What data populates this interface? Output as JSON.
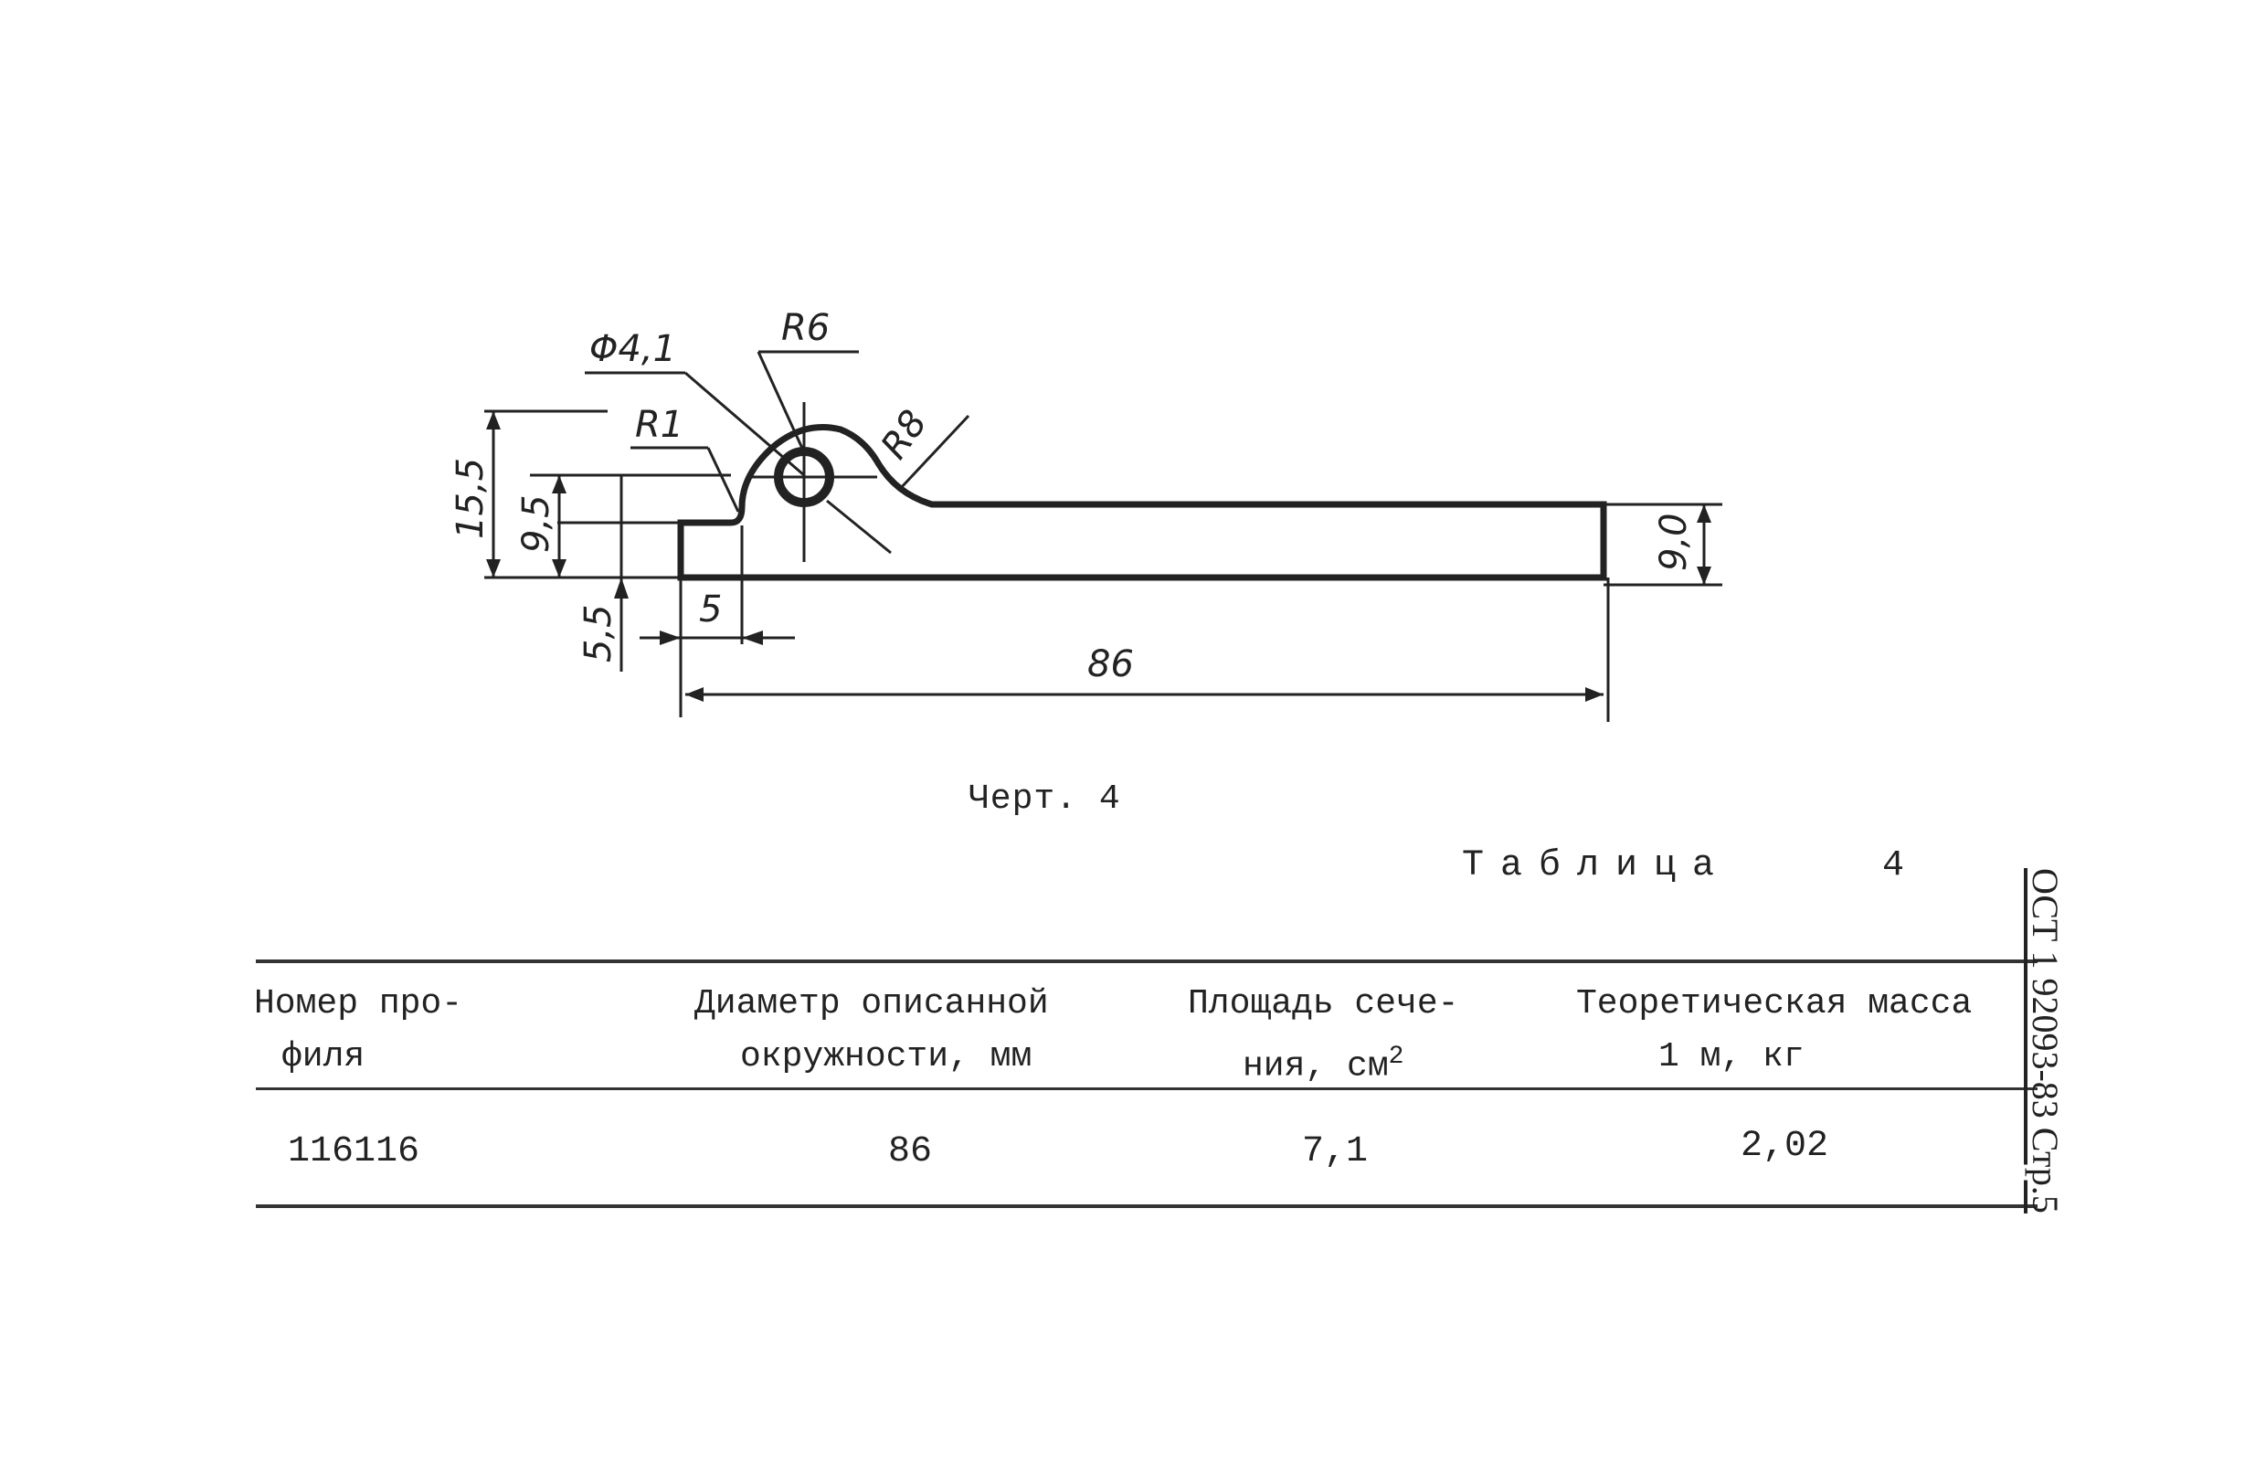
{
  "drawing": {
    "dim_diameter": "Φ4,1",
    "dim_r6": "R6",
    "dim_r1": "R1",
    "dim_r8": "R8",
    "dim_height_total": "15,5",
    "dim_height_mid": "9,5",
    "dim_height_low": "5,5",
    "dim_offset": "5",
    "dim_length": "86",
    "dim_thickness": "9,0"
  },
  "caption": "Черт. 4",
  "table": {
    "title": "Таблица",
    "number": "4",
    "headers": [
      {
        "line1": "Номер про-",
        "line2": "филя"
      },
      {
        "line1": "Диаметр описанной",
        "line2": "окружности, мм"
      },
      {
        "line1": "Площадь сече-",
        "line2": "ния, см",
        "sup": "2"
      },
      {
        "line1": "Теоретическая масса",
        "line2": "1 м,   кг"
      }
    ],
    "row": {
      "profile": "116116",
      "diameter": "86",
      "area": "7,1",
      "mass": "2,02"
    }
  },
  "side_label": "ОСТ 1 92093-83 Стр.5"
}
